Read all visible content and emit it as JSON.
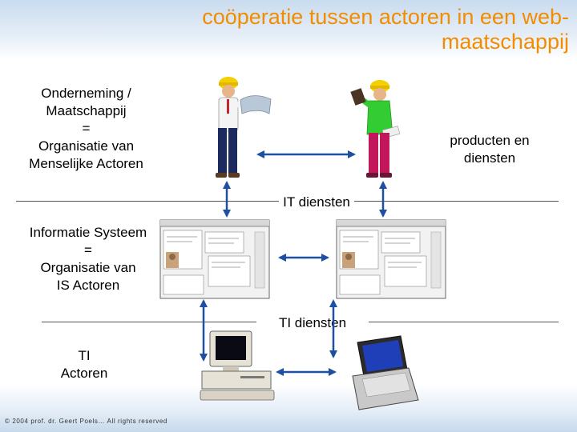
{
  "title": "coöperatie tussen actoren in een web-maatschappij",
  "labels": {
    "enterprise": [
      "Onderneming /",
      "Maatschappij",
      "=",
      "Organisatie van",
      "Menselijke Actoren"
    ],
    "products": [
      "producten en",
      "diensten"
    ],
    "it_services": "IT diensten",
    "info_system": [
      "Informatie Systeem",
      "=",
      "Organisatie van",
      "IS Actoren"
    ],
    "ti_services": "TI diensten",
    "ti_actors": [
      "TI",
      "Actoren"
    ]
  },
  "copyright": "© 2004 prof. dr. Geert Poels… All rights reserved",
  "colors": {
    "title": "#f28c00",
    "arrow": "#1f4fa0",
    "helmet": "#f5d000",
    "shirt_left": "#f4f4f4",
    "shirt_right": "#33cc33",
    "pants": "#1c2a5e"
  },
  "icons": {
    "worker_left": "construction-worker-icon",
    "worker_right": "construction-worker-icon",
    "window_left": "application-window-icon",
    "window_right": "application-window-icon",
    "desktop": "desktop-computer-icon",
    "laptop": "laptop-icon"
  }
}
